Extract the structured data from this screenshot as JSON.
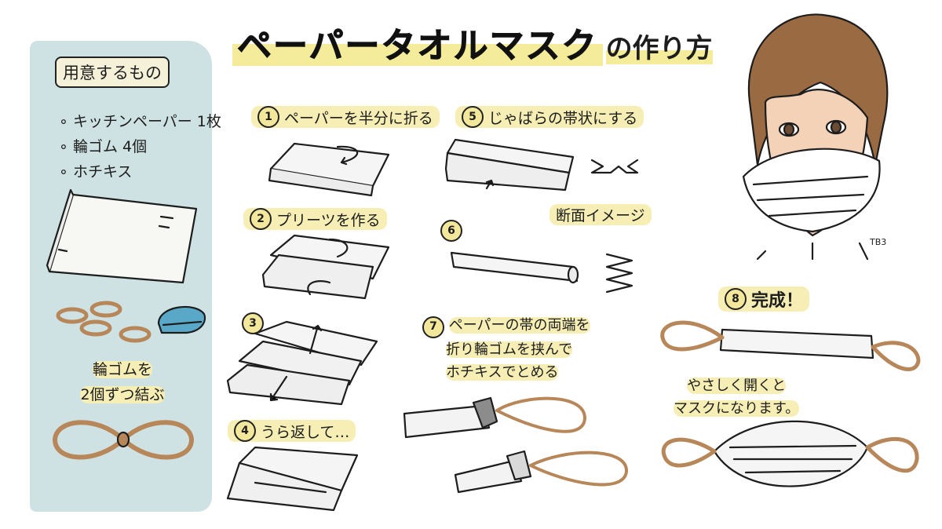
{
  "title": {
    "main": "ペーパータオルマスク",
    "sub": "の作り方"
  },
  "materials": {
    "header": "用意するもの",
    "items": [
      "キッチンペーパー 1枚",
      "輪ゴム 4個",
      "ホチキス"
    ],
    "tie_caption_1": "輪ゴムを",
    "tie_caption_2": "2個ずつ結ぶ"
  },
  "steps": [
    {
      "num": "1",
      "text": "ペーパーを半分に折る"
    },
    {
      "num": "2",
      "text": "プリーツを作る"
    },
    {
      "num": "3",
      "text": ""
    },
    {
      "num": "4",
      "text": "うら返して…"
    },
    {
      "num": "5",
      "text": "じゃばらの帯状にする"
    },
    {
      "num": "6",
      "text": ""
    },
    {
      "num": "7",
      "text_1": "ペーパーの帯の両端を",
      "text_2": "折り輪ゴムを挟んで",
      "text_3": "ホチキスでとめる"
    },
    {
      "num": "8",
      "text": "完成！"
    }
  ],
  "cross_section_label": "断面イメージ",
  "finish_note_1": "やさしく開くと",
  "finish_note_2": "マスクになります。",
  "signature": "TB3",
  "colors": {
    "panel": "#cfe2e3",
    "highlight": "#f6eeb4",
    "rubber": "#b7875a",
    "stapler": "#5aa8c8",
    "skin": "#f3d2b8",
    "hair": "#9a6a43"
  }
}
